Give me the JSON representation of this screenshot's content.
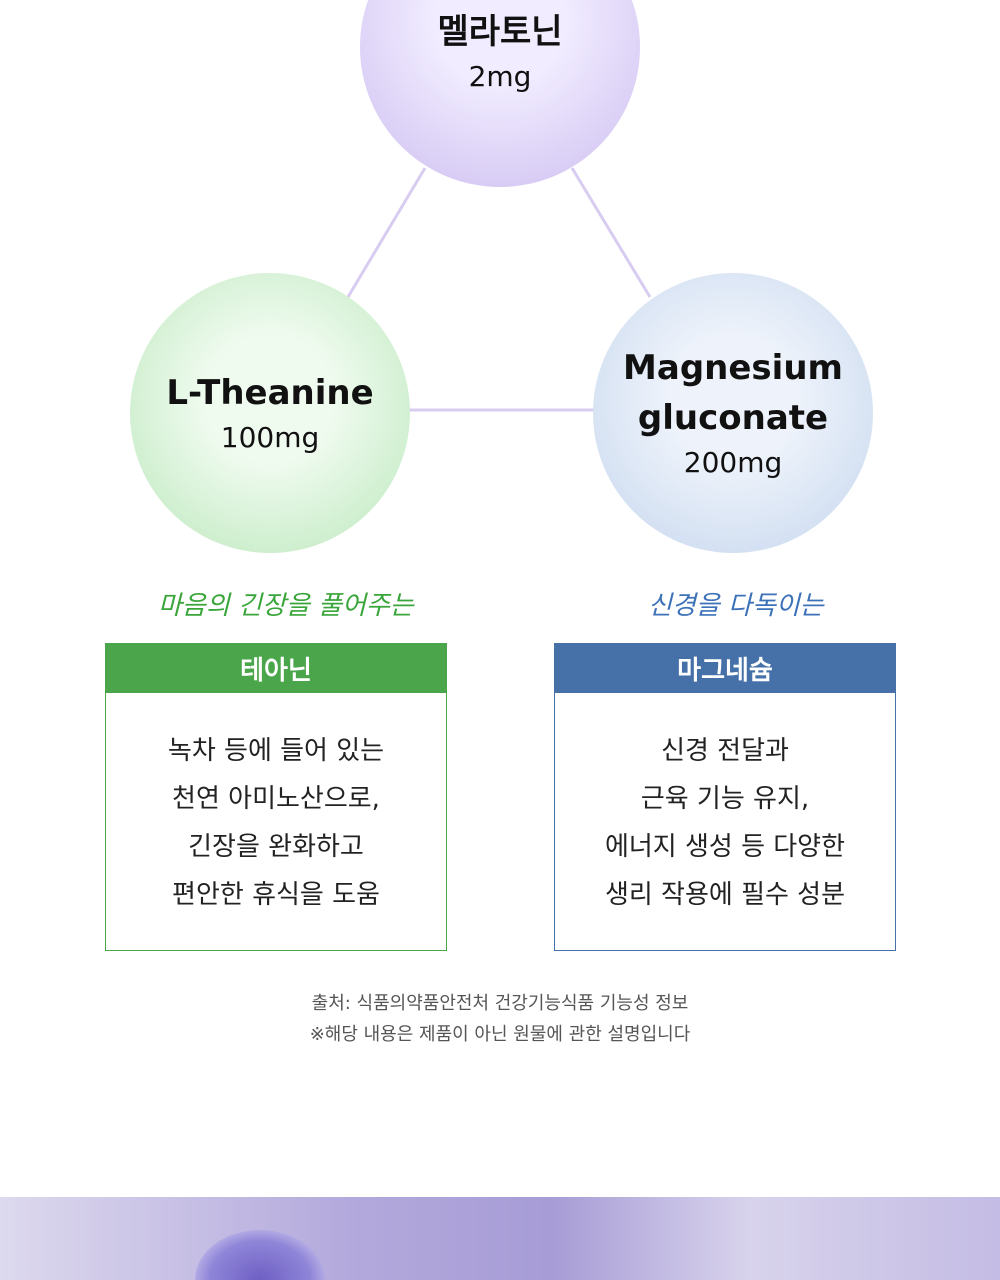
{
  "ingredients": [
    {
      "name": "멜라토닌",
      "dose": "2mg"
    },
    {
      "name": "L-Theanine",
      "dose": "100mg"
    },
    {
      "name_line1": "Magnesium",
      "name_line2": "gluconate",
      "dose": "200mg"
    }
  ],
  "cards": [
    {
      "tagline": "마음의 긴장을 풀어주는",
      "title": "테아닌",
      "lines": [
        "녹차 등에 들어 있는",
        "천연 아미노산으로,",
        "긴장을 완화하고",
        "편안한 휴식을 도움"
      ],
      "color": "#4ba64b"
    },
    {
      "tagline": "신경을 다독이는",
      "title": "마그네슘",
      "lines": [
        "신경 전달과",
        "근육 기능 유지,",
        "에너지 생성 등 다양한",
        "생리 작용에 필수 성분"
      ],
      "color": "#4570a8"
    }
  ],
  "footer": {
    "source": "출처: 식품의약품안전처 건강기능식품 기능성 정보",
    "note": "※해당 내용은 제품이 아닌 원물에 관한 설명입니다"
  }
}
